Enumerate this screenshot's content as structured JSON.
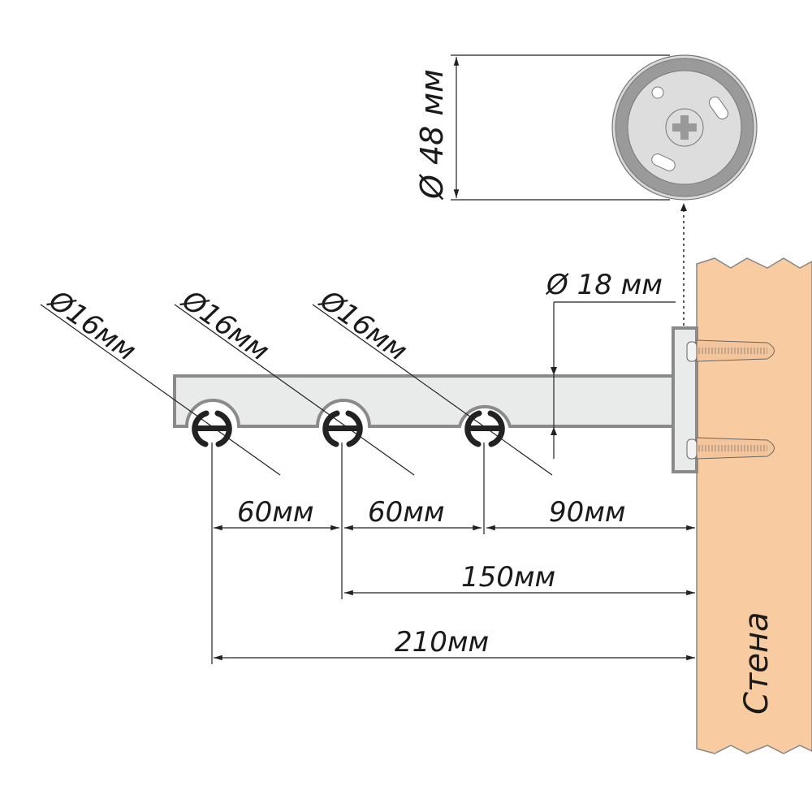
{
  "colors": {
    "wall": "#f8cba1",
    "metal": "#e9ebea",
    "metal_edge": "#8a8a8a",
    "rail": "#222222"
  },
  "wall": {
    "label": "Стена"
  },
  "rosette": {
    "diameter_label": "Ø 48 мм"
  },
  "bracket": {
    "diameter_label": "Ø 18 мм"
  },
  "rails": [
    {
      "diameter_label": "Ø16мм"
    },
    {
      "diameter_label": "Ø16мм"
    },
    {
      "diameter_label": "Ø16мм"
    }
  ],
  "dimensions": {
    "gap1": "60мм",
    "gap2": "60мм",
    "gap3": "90мм",
    "mid_to_wall": "150мм",
    "far_to_wall": "210мм"
  }
}
